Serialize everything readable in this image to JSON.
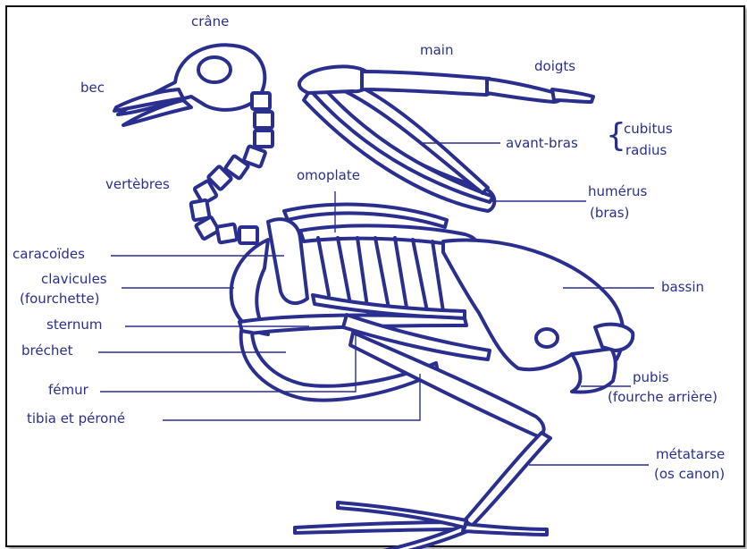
{
  "colors": {
    "ink": "#2a2f8f",
    "bone_fill": "#ffffff",
    "shadow": "#3a3f9a",
    "frame": "#111111"
  },
  "labels": {
    "crane": "crâne",
    "bec": "bec",
    "main": "main",
    "doigts": "doigts",
    "cubitus": "cubitus",
    "radius": "radius",
    "avant_bras": "avant-bras",
    "vertebres": "vertèbres",
    "omoplate": "omoplate",
    "humerus": "humérus",
    "bras": "(bras)",
    "caracoides": "caracoïdes",
    "clavicules": "clavicules",
    "fourchette": "(fourchette)",
    "sternum": "sternum",
    "brechet": "bréchet",
    "femur": "fémur",
    "tibia": "tibia et péroné",
    "bassin": "bassin",
    "pubis": "pubis",
    "fourche_arriere": "(fourche arrière)",
    "metatarse": "métatarse",
    "os_canon": "(os canon)"
  }
}
